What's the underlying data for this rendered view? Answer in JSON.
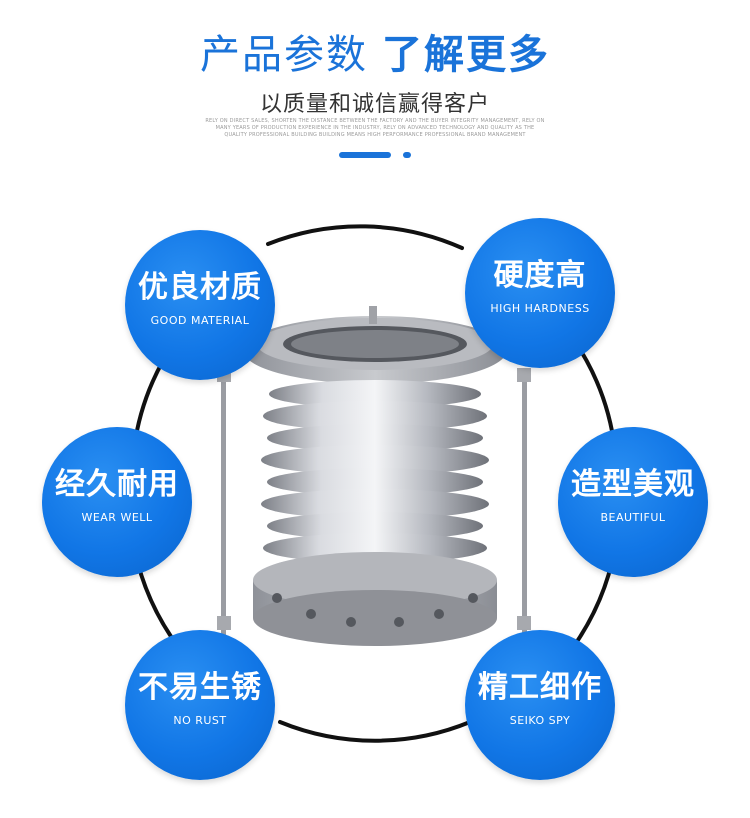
{
  "header": {
    "title_light": "产品参数",
    "title_bold": "了解更多",
    "subtitle": "以质量和诚信赢得客户",
    "fine_print": [
      "RELY ON DIRECT SALES, SHORTEN THE DISTANCE BETWEEN THE FACTORY AND THE BUYER INTEGRITY MANAGEMENT, RELY ON",
      "MANY YEARS OF PRODUCTION EXPERIENCE IN THE INDUSTRY, RELY ON ADVANCED TECHNOLOGY AND QUALITY AS THE",
      "QUALITY PROFESSIONAL BUILDING BUILDING MEANS HIGH PERFORMANCE PROFESSIONAL BRAND MANAGEMENT"
    ],
    "accent_color": "#1a73d9"
  },
  "features": [
    {
      "cn": "优良材质",
      "en": "GOOD MATERIAL"
    },
    {
      "cn": "硬度高",
      "en": "HIGH HARDNESS"
    },
    {
      "cn": "经久耐用",
      "en": "WEAR WELL"
    },
    {
      "cn": "造型美观",
      "en": "BEAUTIFUL"
    },
    {
      "cn": "不易生锈",
      "en": "NO RUST"
    },
    {
      "cn": "精工细作",
      "en": "SEIKO SPY"
    }
  ],
  "product": {
    "icon": "metal-bellows-expansion-joint-image"
  },
  "colors": {
    "badge": "#1176e6",
    "ring": "#111111"
  }
}
